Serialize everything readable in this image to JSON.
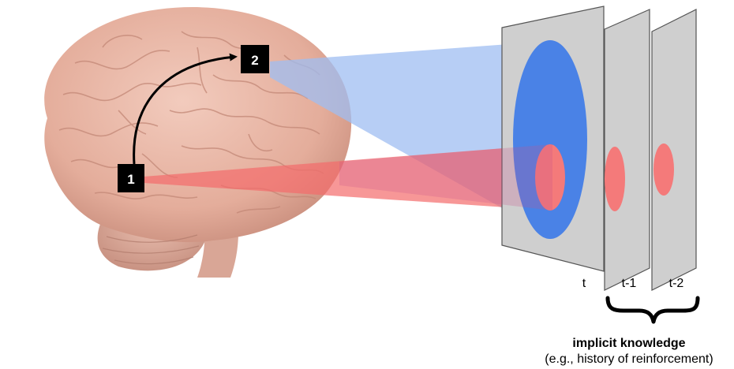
{
  "nodes": {
    "node1": "1",
    "node2": "2"
  },
  "frames": [
    "t",
    "t-1",
    "t-2"
  ],
  "caption": {
    "title": "implicit knowledge",
    "subtitle": "(e.g., history of reinforcement)"
  },
  "colors": {
    "brain_fill": "#e8b7a6",
    "brain_shadow": "#cf9a88",
    "blue_region": "#4a82e6",
    "blue_beam": "#9fbdf1",
    "red_region": "#f47a7a",
    "red_beam": "#f36b6b",
    "frame_fill": "#cfcfcf",
    "frame_stroke": "#555555"
  },
  "icons": {
    "brain": "brain-illustration",
    "arrow": "curved-arrow-icon",
    "brace": "curly-brace-icon"
  }
}
